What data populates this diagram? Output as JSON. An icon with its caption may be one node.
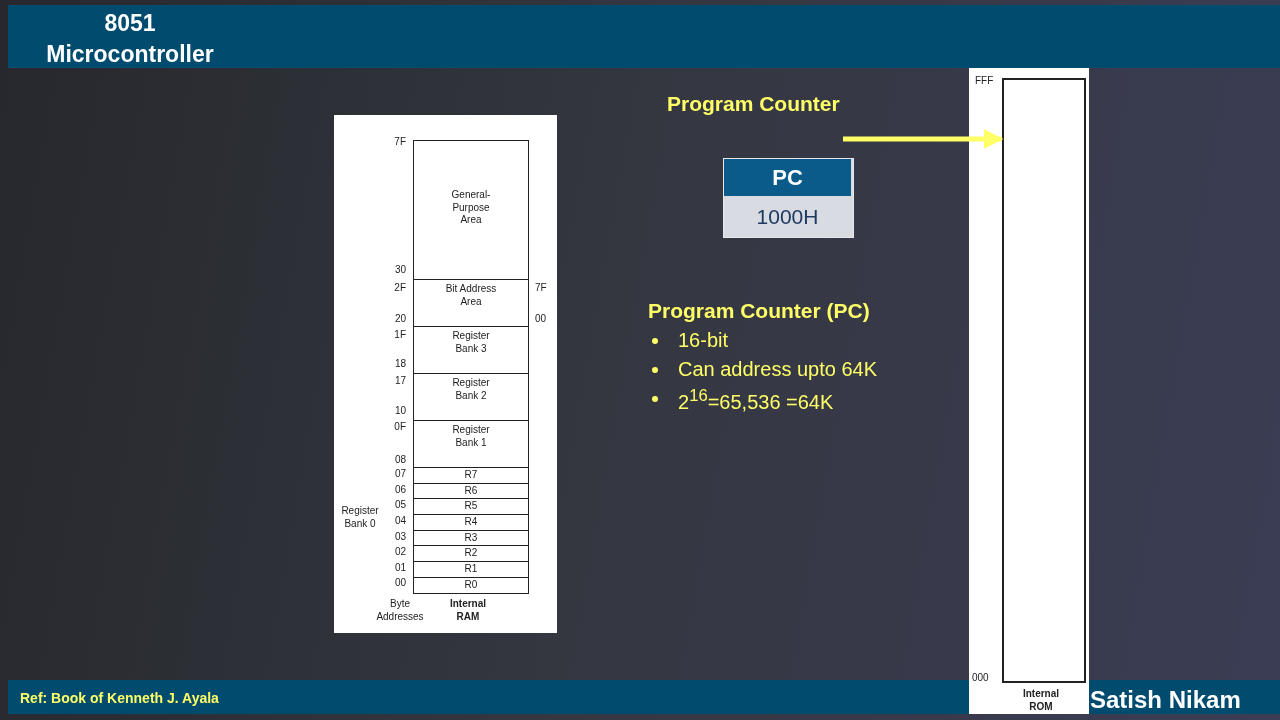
{
  "diagram": {
    "title": "8051 Microcontroller",
    "nodes": [
      {
        "text": [
          "General-Purpose Area"
        ]
      },
      {
        "text": [
          "Bit Address Area"
        ]
      },
      {
        "text": [
          "Register Bank 3"
        ]
      },
      {
        "text": [
          "Register Bank 2"
        ]
      },
      {
        "text": [
          "Register Bank 1"
        ]
      },
      {
        "text": [
          "R7"
        ]
      },
      {
        "text": [
          "R6"
        ]
      },
      {
        "text": [
          "R5"
        ]
      },
      {
        "text": [
          "R4"
        ]
      },
      {
        "text": [
          "R3"
        ]
      },
      {
        "text": [
          "R2"
        ]
      },
      {
        "text": [
          "R1"
        ]
      },
      {
        "text": [
          "R0"
        ]
      },
      {
        "text": [
          "PC",
          "1000H"
        ]
      },
      {
        "text": [],
        "shape": "box"
      }
    ],
    "edges": [
      {
        "from": null,
        "to": 14,
        "arrow": "to"
      }
    ],
    "labels": [
      "7F",
      "30",
      "2F",
      "20",
      "1F",
      "18",
      "17",
      "10",
      "0F",
      "08",
      "07",
      "06",
      "05",
      "04",
      "03",
      "02",
      "01",
      "00",
      "7F",
      "00",
      "Register Bank 0",
      "Byte Addresses",
      "Internal RAM",
      "Program Counter",
      "Program Counter (PC)",
      "16-bit",
      "Can address upto 64K",
      "2$^{16}$=65,536 =64K",
      "FFF",
      "000",
      "Internal ROM",
      "Ref:  Book of Kenneth J. Ayala",
      "Satish Nikam"
    ]
  }
}
